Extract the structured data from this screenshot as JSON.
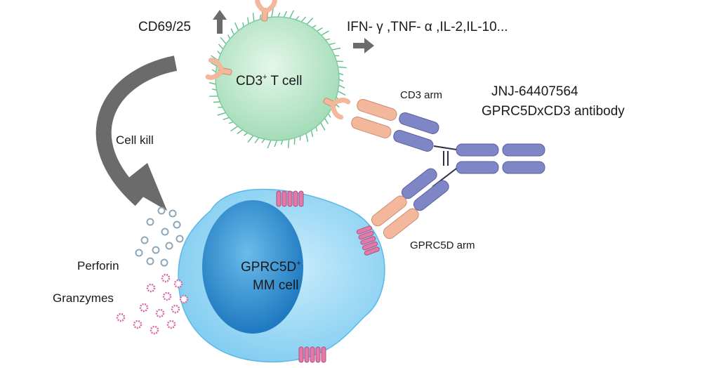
{
  "labels": {
    "cd69": "CD69/25",
    "cytokines": "IFN- γ ,TNF- α ,IL-2,IL-10...",
    "tcell_main": "CD3",
    "tcell_sup": "+",
    "tcell_tail": " T cell",
    "cd3_arm": "CD3 arm",
    "antibody_name": "JNJ-64407564",
    "antibody_desc": "GPRC5DxCD3 antibody",
    "cell_kill": "Cell kill",
    "gprc5d_arm": "GPRC5D arm",
    "mm_line1_main": "GPRC5D",
    "mm_line1_sup": "+",
    "mm_line2": "MM cell",
    "perforin": "Perforin",
    "granzymes": "Granzymes"
  },
  "colors": {
    "tcell_fill": "#b7e6c8",
    "tcell_spike": "#5cbf8a",
    "mm_outer": "#8fd3f4",
    "mm_nucleus": "#2f8fd0",
    "antibody_blue": "#7f86c6",
    "antibody_peach": "#f3b79b",
    "receptor_pink": "#e27aa8",
    "arrow_gray": "#6b6b6b",
    "perforin": "#8ea7b8",
    "granzyme": "#d46aa5"
  }
}
